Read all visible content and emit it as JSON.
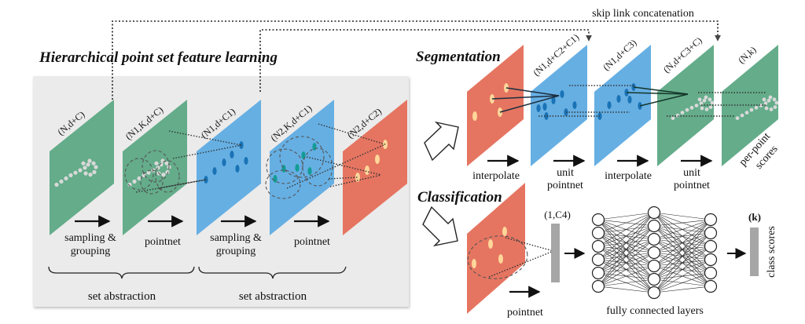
{
  "colors": {
    "green": "#64ac8a",
    "blue": "#66afe3",
    "red": "#e57561",
    "gray_box": "#ebebeb",
    "gray_bar": "#a6a6a6",
    "point_gray": "#d9d9d9",
    "point_blue": "#1a73b5",
    "point_teal": "#139c96",
    "point_yellow": "#ffd79a"
  },
  "skip_link_label": "skip link concatenation",
  "hierarchical": {
    "title": "Hierarchical point set feature learning",
    "planes": [
      {
        "label": "(N,d+C)",
        "color": "green",
        "points": "gray"
      },
      {
        "label": "(N1,K,d+C)",
        "color": "green",
        "points": "gray"
      },
      {
        "label": "(N1,d+C1)",
        "color": "blue",
        "points": "blue"
      },
      {
        "label": "(N2,K,d+C1)",
        "color": "blue",
        "points": "teal"
      },
      {
        "label": "(N2,d+C2)",
        "color": "red",
        "points": "yellow"
      }
    ],
    "steps": [
      {
        "line1": "sampling &",
        "line2": "grouping"
      },
      {
        "line1": "pointnet",
        "line2": ""
      },
      {
        "line1": "sampling &",
        "line2": "grouping"
      },
      {
        "line1": "pointnet",
        "line2": ""
      }
    ],
    "braces": [
      "set abstraction",
      "set abstraction"
    ]
  },
  "segmentation": {
    "title": "Segmentation",
    "planes": [
      {
        "label": "",
        "color": "red"
      },
      {
        "label": "(N1,d+C2+C1)",
        "color": "blue"
      },
      {
        "label": "(N1,d+C3)",
        "color": "blue"
      },
      {
        "label": "(N,d+C3+C)",
        "color": "green"
      },
      {
        "label": "(N,k)",
        "color": "green"
      }
    ],
    "steps": [
      {
        "line1": "interpolate",
        "line2": ""
      },
      {
        "line1": "unit",
        "line2": "pointnet"
      },
      {
        "line1": "interpolate",
        "line2": ""
      },
      {
        "line1": "unit",
        "line2": "pointnet"
      }
    ],
    "output_label_line1": "per-point",
    "output_label_line2": "scores"
  },
  "classification": {
    "title": "Classification",
    "step_label": "pointnet",
    "vector_label": "(1,C4)",
    "fc_label": "fully connected layers",
    "fc_layers": [
      6,
      7,
      6
    ],
    "output_label": "(k)",
    "output_caption": "class scores"
  }
}
